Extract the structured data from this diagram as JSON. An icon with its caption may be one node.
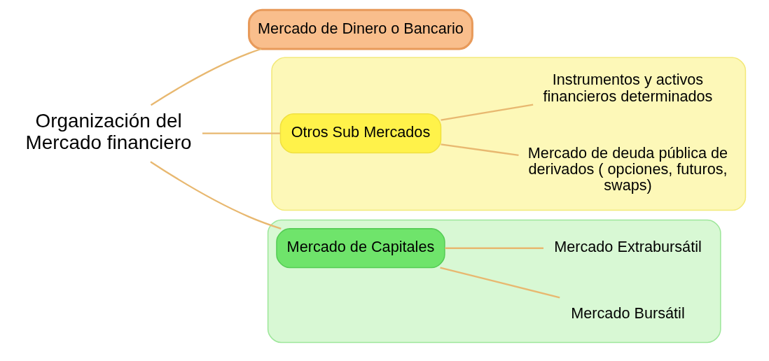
{
  "diagram": {
    "nodes": [
      {
        "text": [
          "Organización del Mercado financiero"
        ]
      },
      {
        "text": [
          "Mercado de Dinero o Bancario"
        ]
      },
      {
        "text": [],
        "shape": "box"
      },
      {
        "text": [
          "Otros Sub Mercados"
        ],
        "in": 2
      },
      {
        "text": [
          "Mercado de deuda pública de derivados ( opciones, futuros, swaps)"
        ],
        "in": 2
      },
      {
        "text": [
          "Instrumentos y activos financieros determinados"
        ],
        "in": 2
      },
      {
        "text": [],
        "shape": "box"
      },
      {
        "text": [
          "Mercado de Capitales"
        ],
        "in": 6
      },
      {
        "text": [
          "Mercado Bursátil"
        ],
        "in": 6
      },
      {
        "text": [
          "Mercado Extrabursátil"
        ],
        "in": 6
      }
    ],
    "edges": [
      {
        "from": 0,
        "to": 1,
        "arrow": "none"
      },
      {
        "from": 0,
        "to": 3,
        "arrow": "none"
      },
      {
        "from": 0,
        "to": 7,
        "arrow": "none"
      },
      {
        "from": 3,
        "to": 4,
        "arrow": "none"
      },
      {
        "from": 3,
        "to": 5,
        "arrow": "none"
      },
      {
        "from": 7,
        "to": 8,
        "arrow": "none"
      },
      {
        "from": 7,
        "to": 9,
        "arrow": "none"
      }
    ]
  }
}
